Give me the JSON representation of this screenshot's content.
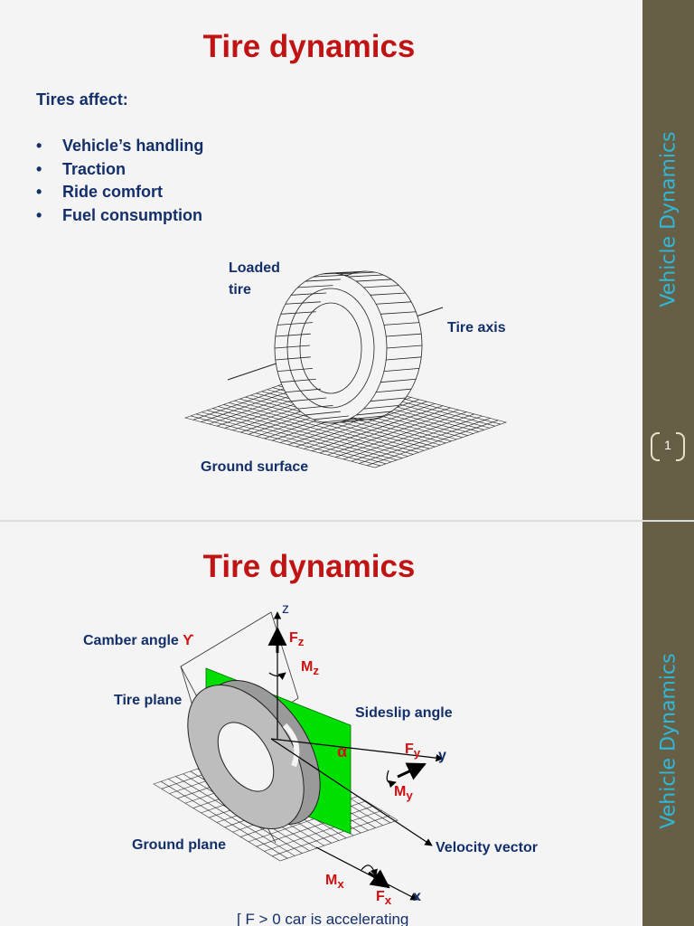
{
  "slide1": {
    "title": "Tire dynamics",
    "lead": "Tires affect:",
    "bullets": [
      "Vehicle’s handling",
      "Traction",
      "Ride comfort",
      "Fuel consumption"
    ],
    "bullet_symbol": "•",
    "labels": {
      "loaded_line1": "Loaded",
      "loaded_line2": "tire",
      "tire_axis": "Tire axis",
      "ground_surface": "Ground surface"
    },
    "sidebar_title": "Vehicle Dynamics",
    "page_number": "1"
  },
  "slide2": {
    "title": "Tire dynamics",
    "labels": {
      "camber": "Camber angle",
      "camber_symbol": "ϒ",
      "tire_plane": "Tire plane",
      "sideslip": "Sideslip angle",
      "ground_plane": "Ground plane",
      "velocity": "Velocity vector",
      "alpha": "α",
      "z": "z",
      "y": "y",
      "x": "x",
      "Fz": "F",
      "Fz_sub": "z",
      "Mz": "M",
      "Mz_sub": "z",
      "Fy": "F",
      "Fy_sub": "y",
      "My": "M",
      "My_sub": "y",
      "Mx": "M",
      "Mx_sub": "x",
      "Fx": "F",
      "Fx_sub": "x"
    },
    "bottom_text": "[ F  > 0 car is accelerating",
    "sidebar_title": "Vehicle Dynamics"
  },
  "colors": {
    "title_red": "#c01414",
    "label_navy": "#132f6a",
    "sidebar": "#675e46",
    "sidebar_text": "#2fb8d8",
    "plane_green": "#00e000"
  }
}
